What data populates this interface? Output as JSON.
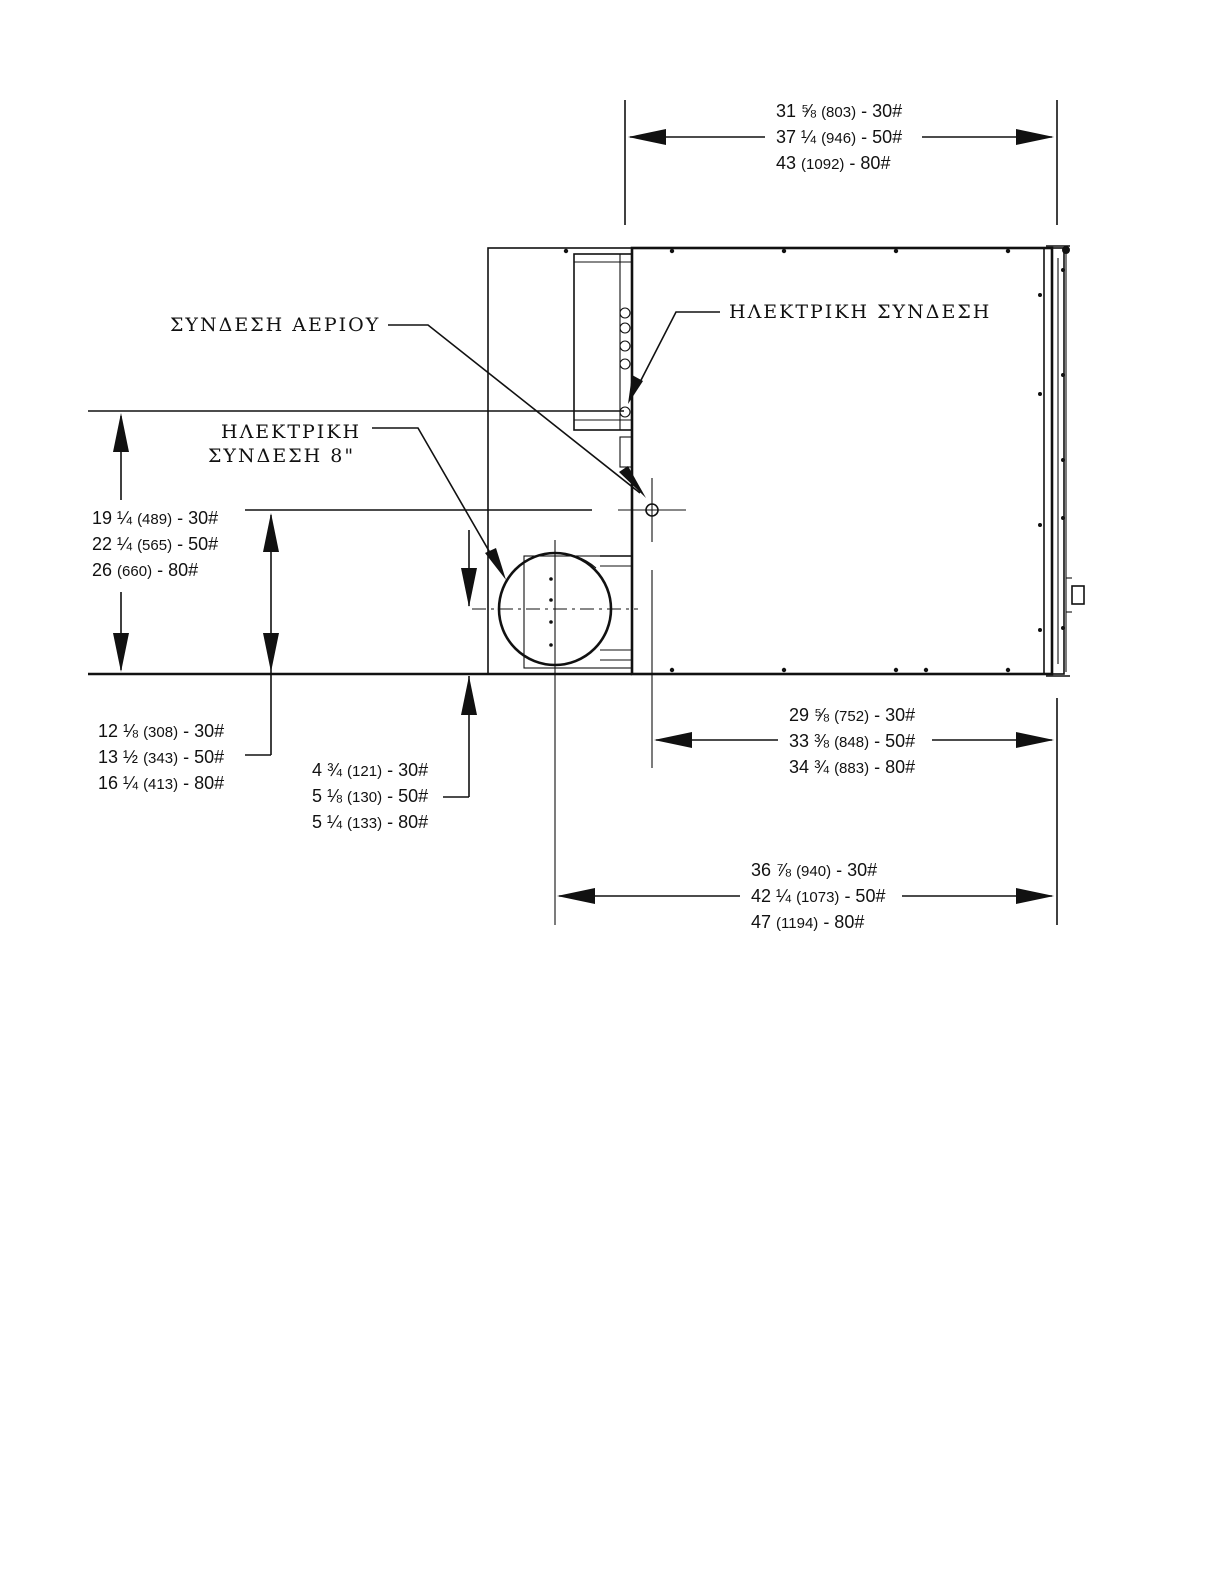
{
  "callouts": {
    "gas_connection": "ΣΥΝΔΕΣΗ ΑΕΡΙΟΥ",
    "electric_connection_top": "ΗΛΕΚΤΡΙΚΗ ΣΥΝΔΕΣΗ",
    "electric_connection_8_line1": "ΗΛΕΚΤΡΙΚΗ",
    "electric_connection_8_line2": "ΣΥΝΔΕΣΗ 8\""
  },
  "dimensions": {
    "top_width": [
      {
        "inch": "31 ⅝",
        "mm": "(803)",
        "model": "- 30#"
      },
      {
        "inch": "37 ¼",
        "mm": "(946)",
        "model": "- 50#"
      },
      {
        "inch": "43",
        "mm": "(1092)",
        "model": "- 80#"
      }
    ],
    "left_height": [
      {
        "inch": "19 ¼",
        "mm": "(489)",
        "model": "- 30#"
      },
      {
        "inch": "22 ¼",
        "mm": "(565)",
        "model": "- 50#"
      },
      {
        "inch": "26",
        "mm": "(660)",
        "model": "- 80#"
      }
    ],
    "gas_height": [
      {
        "inch": "12 ⅛",
        "mm": "(308)",
        "model": "- 30#"
      },
      {
        "inch": "13 ½",
        "mm": "(343)",
        "model": "- 50#"
      },
      {
        "inch": "16 ¼",
        "mm": "(413)",
        "model": "- 80#"
      }
    ],
    "flue_height": [
      {
        "inch": "4 ¾",
        "mm": "(121)",
        "model": "- 30#"
      },
      {
        "inch": "5 ⅛",
        "mm": "(130)",
        "model": "- 50#"
      },
      {
        "inch": "5 ¼",
        "mm": "(133)",
        "model": "- 80#"
      }
    ],
    "gas_to_front": [
      {
        "inch": "29 ⅝",
        "mm": "(752)",
        "model": "- 30#"
      },
      {
        "inch": "33 ⅜",
        "mm": "(848)",
        "model": "- 50#"
      },
      {
        "inch": "34 ¾",
        "mm": "(883)",
        "model": "- 80#"
      }
    ],
    "flue_to_front": [
      {
        "inch": "36 ⅞",
        "mm": "(940)",
        "model": "- 30#"
      },
      {
        "inch": "42 ¼",
        "mm": "(1073)",
        "model": "- 50#"
      },
      {
        "inch": "47",
        "mm": "(1194)",
        "model": "- 80#"
      }
    ]
  }
}
